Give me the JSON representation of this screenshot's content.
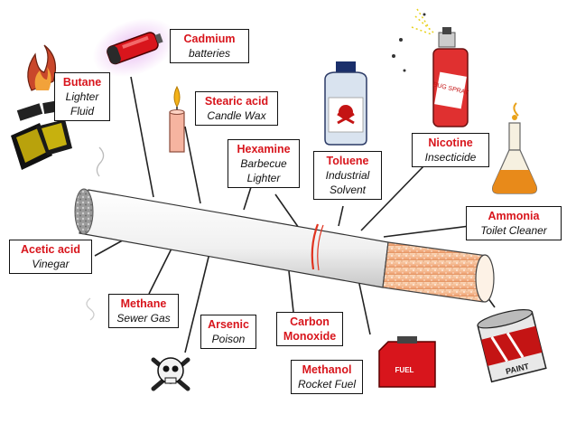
{
  "labels": {
    "cadmium": {
      "chem": "Cadmium",
      "use": "batteries",
      "color": "#d8151c"
    },
    "butane": {
      "chem": "Butane",
      "use": "Lighter Fluid"
    },
    "stearic": {
      "chem": "Stearic acid",
      "use": "Candle Wax"
    },
    "hexamine": {
      "chem": "Hexamine",
      "use": "Barbecue Lighter"
    },
    "toluene": {
      "chem": "Toluene",
      "use": "Industrial Solvent"
    },
    "nicotine": {
      "chem": "Nicotine",
      "use": "Insecticide"
    },
    "ammonia": {
      "chem": "Ammonia",
      "use": "Toilet Cleaner"
    },
    "acetic": {
      "chem": "Acetic acid",
      "use": "Vinegar"
    },
    "methane": {
      "chem": "Methane",
      "use": "Sewer Gas"
    },
    "arsenic": {
      "chem": "Arsenic",
      "use": "Poison"
    },
    "carbon": {
      "chem": "Carbon Monoxide",
      "use": ""
    },
    "methanol": {
      "chem": "Methanol",
      "use": "Rocket Fuel"
    }
  },
  "item_text": {
    "can_label": "BUG SPRAY",
    "fuel_label": "FUEL",
    "paint_label": "PAINT"
  },
  "colors": {
    "label_title": "#d8151c",
    "filter": "#f2b48a",
    "paper": "#f2f2f2"
  }
}
